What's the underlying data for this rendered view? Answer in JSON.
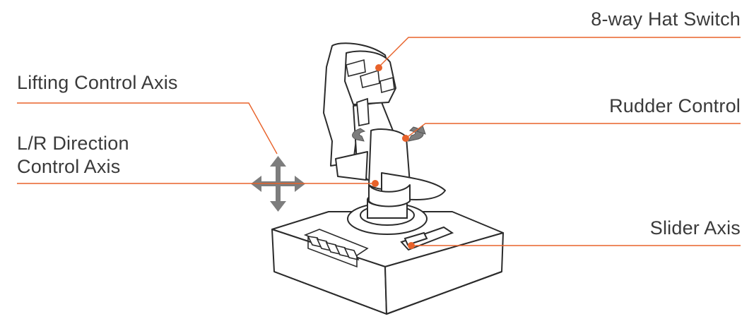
{
  "labels": {
    "hat_switch": "8-way Hat Switch",
    "rudder_control": "Rudder Control",
    "slider_axis": "Slider Axis",
    "lifting_control_axis": "Lifting Control Axis",
    "lr_direction_line1": "L/R Direction",
    "lr_direction_line2": "Control Axis"
  },
  "colors": {
    "callout": "#e8622a",
    "outline": "#2b2b2b",
    "text": "#3a3a3a",
    "arrow": "#7d7d7d"
  },
  "icons": {
    "four_way_arrow": "four-way-arrow-icon",
    "rudder_rotation": "rotation-arrow-icon"
  }
}
